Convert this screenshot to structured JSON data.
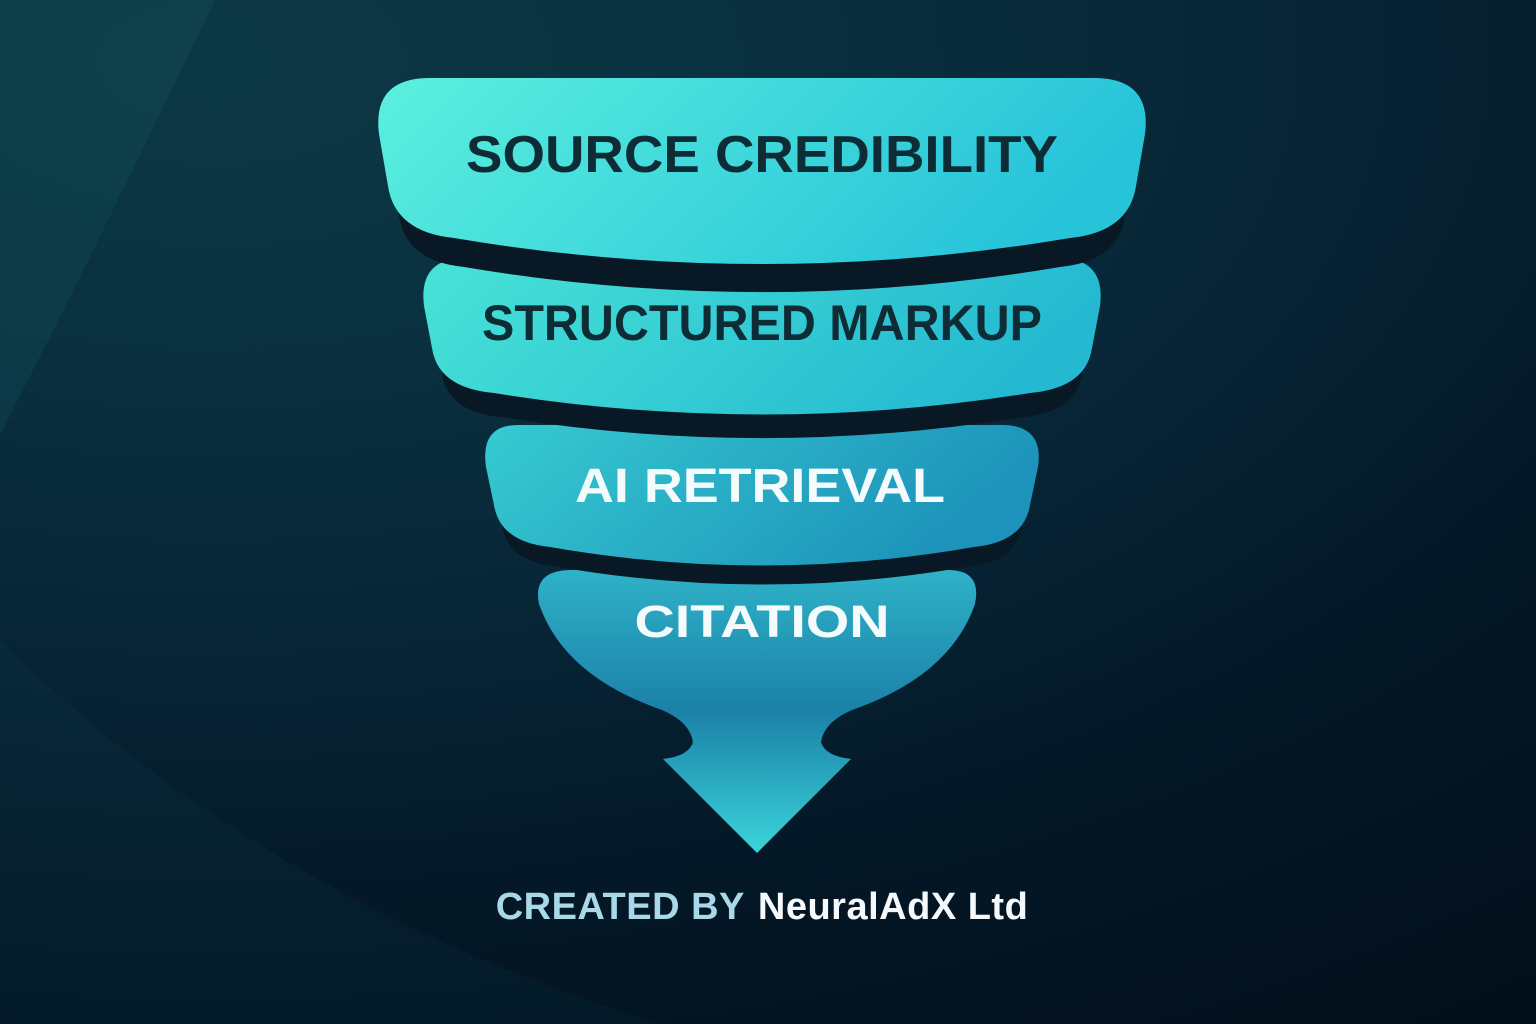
{
  "diagram": {
    "type": "funnel",
    "orientation": "inverted",
    "levels": [
      {
        "label": "SOURCE CREDIBILITY",
        "text_color": "#0e2c35",
        "fill_start": "#5bf0de",
        "fill_end": "#27c3d9"
      },
      {
        "label": "STRUCTURED MARKUP",
        "text_color": "#0e2c35",
        "fill_start": "#48e3d7",
        "fill_end": "#24b9d1"
      },
      {
        "label": "AI RETRIEVAL",
        "text_color": "#f4fbfc",
        "fill_start": "#36cbd1",
        "fill_end": "#1d92ba"
      },
      {
        "label": "CITATION",
        "text_color": "#f4fbfc",
        "fill_start": "#2fb2c8",
        "fill_end": "#3bd4da"
      }
    ],
    "arrow": {
      "icon": "down-arrow",
      "direction": "down"
    },
    "colors": {
      "background_dark": "#020f1a",
      "background_teal": "#0c3844",
      "shadow_band": "#081824"
    }
  },
  "footer": {
    "prefix": "CREATED BY",
    "brand": "NeuralAdX Ltd",
    "full_text": "CREATED BY NeuralAdX Ltd"
  }
}
